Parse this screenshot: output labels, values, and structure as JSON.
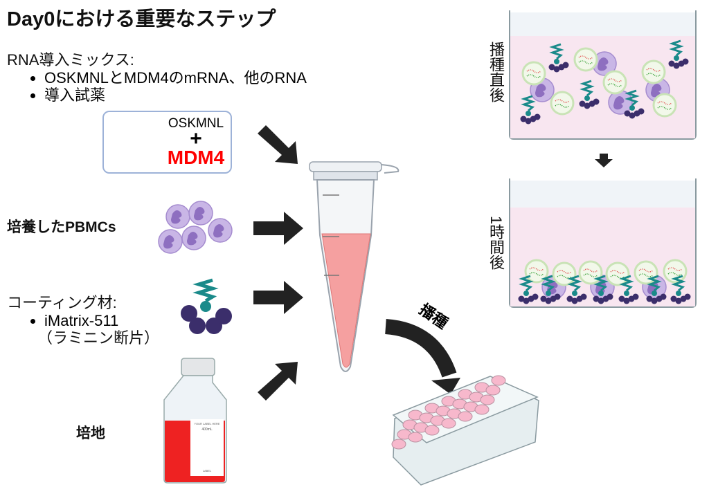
{
  "title": "Day0における重要なステップ",
  "rna_mix": {
    "heading": "RNA導入ミックス:",
    "items": [
      "OSKMNLとMDM4のmRNA、他のRNA",
      "導入試薬"
    ],
    "box_top": "OSKMNL",
    "box_plus": "+",
    "box_bottom": "MDM4",
    "box_bottom_color": "#ff0000"
  },
  "pbmc": {
    "label": "培養したPBMCs"
  },
  "coating": {
    "heading": "コーティング材:",
    "items": [
      "iMatrix-511"
    ],
    "note": "（ラミニン断片）"
  },
  "medium": {
    "label": "培地",
    "bottle_label_top": "YOUR LABEL HERE",
    "bottle_volume": "400mL",
    "bottle_label_bottom": "LABEL"
  },
  "seeding": {
    "label": "播種"
  },
  "dish_top": {
    "label": "播種直後"
  },
  "dish_bottom": {
    "label": "1時間後"
  },
  "colors": {
    "medium": "#ee2222",
    "tube_liquid": "#f5a0a0",
    "dish_fill": "#f8e6f0",
    "cell": "#b49ad8",
    "laminin": "#3b2e6b",
    "arrow": "#222222"
  }
}
